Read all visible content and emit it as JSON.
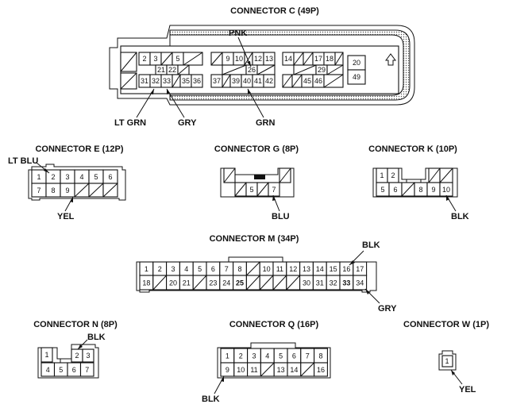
{
  "connectors": {
    "C": {
      "title": "CONNECTOR C (49P)",
      "pins_top_a": [
        "2",
        "3",
        "",
        "5"
      ],
      "pins_mid_a": [
        "21",
        "22"
      ],
      "pins_bot_a": [
        "31",
        "32",
        "33",
        "",
        "35",
        "36"
      ],
      "pins_top_b": [
        "",
        "9",
        "10",
        "",
        "12",
        "13"
      ],
      "pins_mid_b": [
        "26"
      ],
      "pins_bot_b": [
        "37",
        "",
        "39",
        "40",
        "41",
        "42"
      ],
      "pins_top_c": [
        "14",
        "",
        "",
        "17",
        "18"
      ],
      "pins_mid_c": [
        "29"
      ],
      "pins_bot_c": [
        "",
        "",
        "45",
        "46",
        ""
      ],
      "pins_right": [
        "20",
        "49"
      ],
      "labels": {
        "pnk": "PNK",
        "lt_grn": "LT GRN",
        "gry": "GRY",
        "grn": "GRN"
      },
      "arrow_icon": "up-arrow-icon"
    },
    "E": {
      "title": "CONNECTOR E (12P)",
      "row1": [
        "1",
        "2",
        "3",
        "4",
        "5",
        "6"
      ],
      "row2": [
        "7",
        "8",
        "9",
        "",
        "",
        ""
      ],
      "labels": {
        "lt_blu": "LT BLU",
        "yel": "YEL"
      }
    },
    "G": {
      "title": "CONNECTOR G (8P)",
      "row2": [
        "",
        "5",
        "",
        "7"
      ],
      "labels": {
        "blu": "BLU"
      }
    },
    "K": {
      "title": "CONNECTOR K (10P)",
      "row1": [
        "1",
        "2"
      ],
      "row2": [
        "5",
        "6",
        "",
        "8",
        "9",
        "10"
      ],
      "labels": {
        "blk": "BLK"
      }
    },
    "M": {
      "title": "CONNECTOR M (34P)",
      "row1": [
        "1",
        "2",
        "3",
        "4",
        "5",
        "6",
        "7",
        "8",
        "",
        "10",
        "11",
        "12",
        "13",
        "14",
        "15",
        "16",
        "17"
      ],
      "row2": [
        "18",
        "",
        "20",
        "21",
        "",
        "23",
        "24",
        "25",
        "",
        "",
        "",
        "",
        "30",
        "31",
        "32",
        "33",
        "34"
      ],
      "labels": {
        "blk": "BLK",
        "gry": "GRY"
      }
    },
    "N": {
      "title": "CONNECTOR N (8P)",
      "row1": [
        "1",
        "",
        "2",
        "3"
      ],
      "row2": [
        "4",
        "5",
        "6",
        "7"
      ],
      "labels": {
        "blk": "BLK"
      }
    },
    "Q": {
      "title": "CONNECTOR Q (16P)",
      "row1": [
        "1",
        "2",
        "3",
        "4",
        "5",
        "6",
        "7",
        "8"
      ],
      "row2": [
        "9",
        "10",
        "11",
        "",
        "13",
        "14",
        "",
        "16"
      ],
      "labels": {
        "blk": "BLK"
      }
    },
    "W": {
      "title": "CONNECTOR W (1P)",
      "pin": "1",
      "labels": {
        "yel": "YEL"
      }
    }
  }
}
